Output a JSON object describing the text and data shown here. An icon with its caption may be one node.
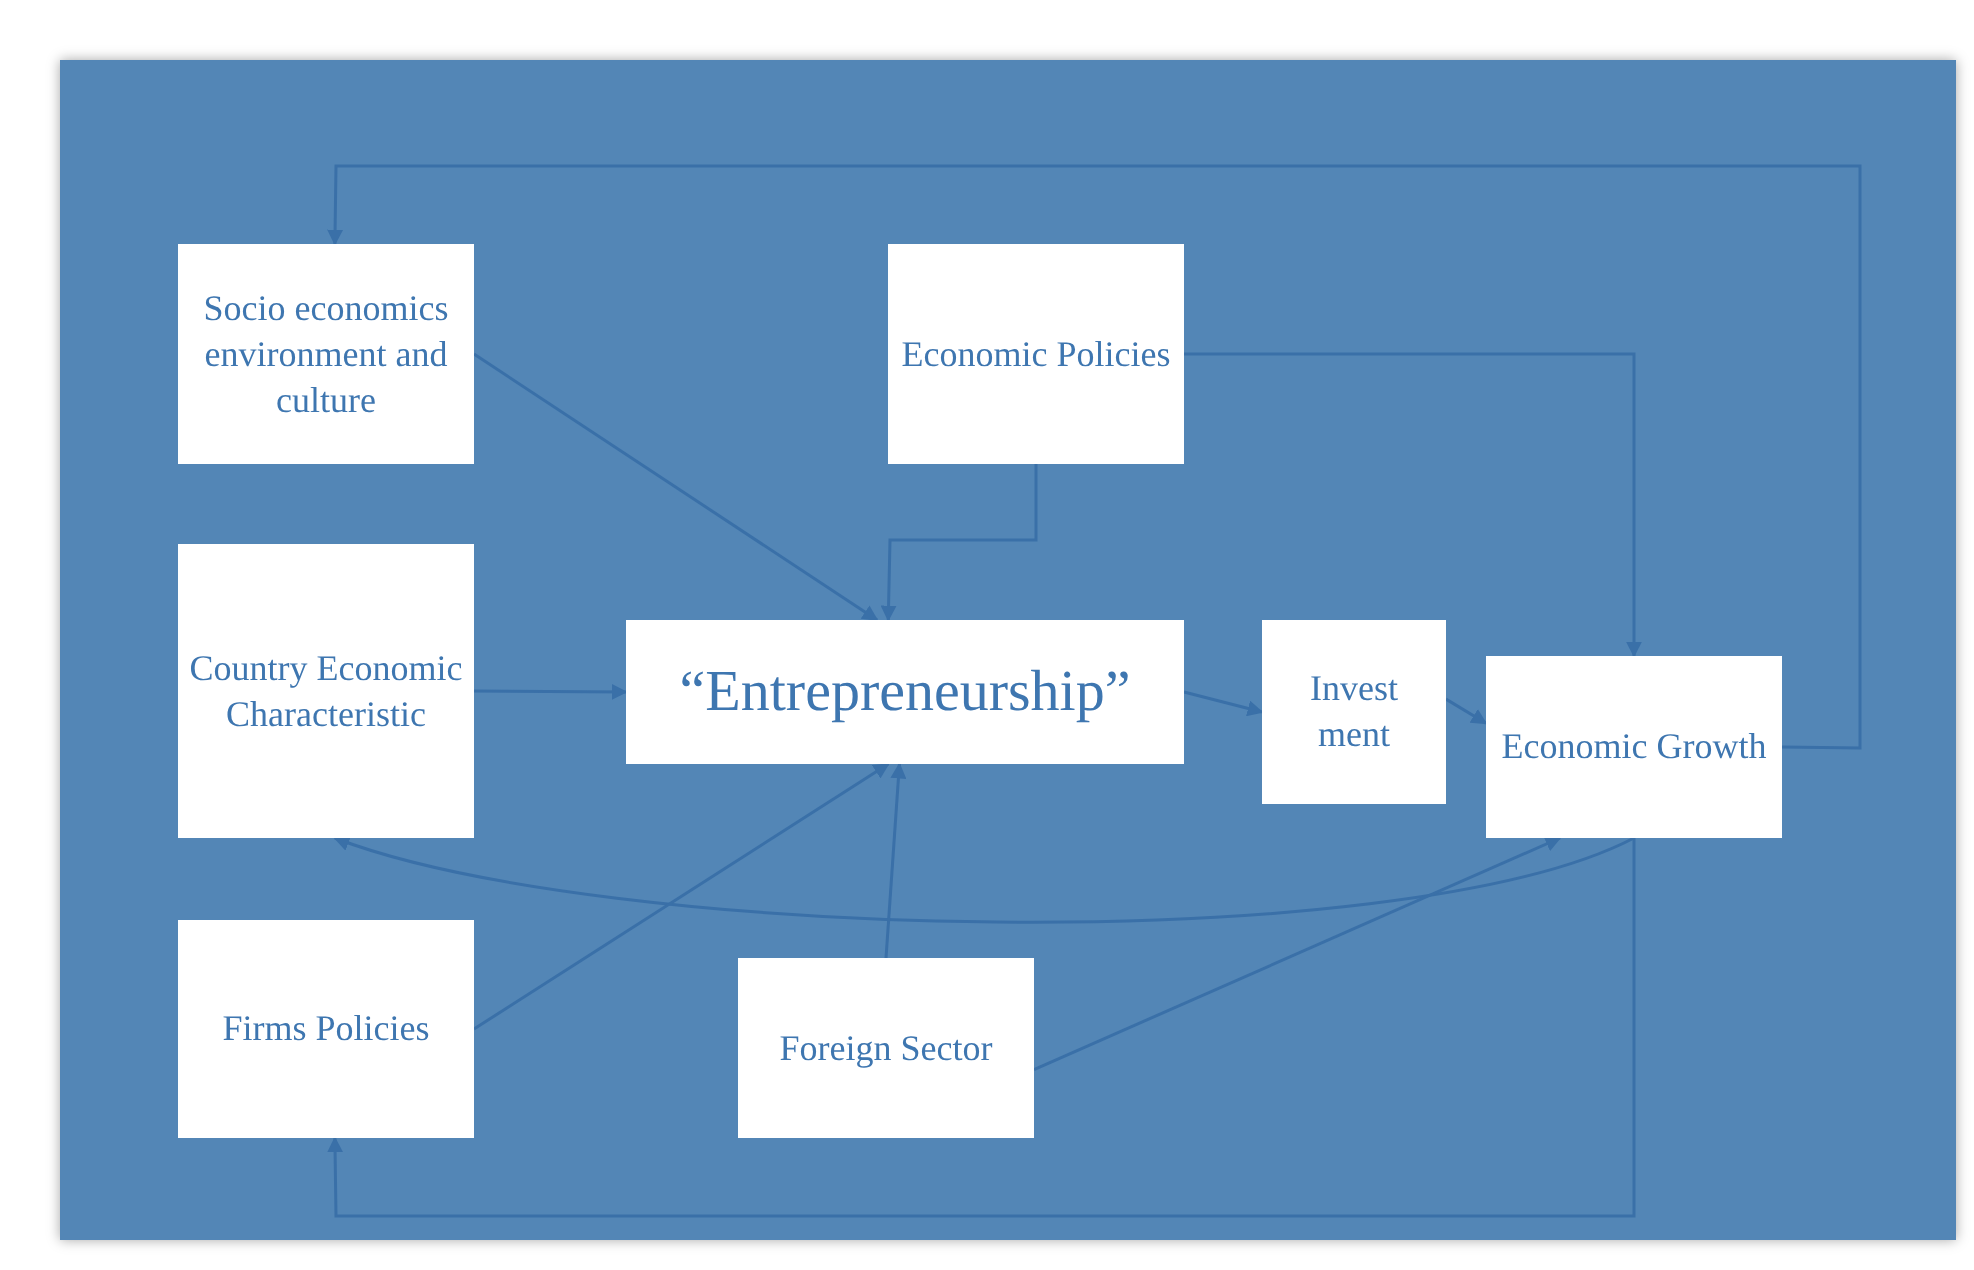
{
  "diagram": {
    "nodes": [
      {
        "text": [
          "Socio economics environment and culture"
        ]
      },
      {
        "text": [
          "Economic Policies"
        ]
      },
      {
        "text": [
          "Country Economic Characteristic"
        ]
      },
      {
        "text": [
          "“Entrepreneurship”"
        ]
      },
      {
        "text": [
          "Invest ment"
        ]
      },
      {
        "text": [
          "Economic Growth"
        ]
      },
      {
        "text": [
          "Firms Policies"
        ]
      },
      {
        "text": [
          "Foreign Sector"
        ]
      }
    ],
    "edges": [
      {
        "from": 0,
        "to": 3,
        "arrow": "to"
      },
      {
        "from": 1,
        "to": 3,
        "arrow": "to"
      },
      {
        "from": 1,
        "to": 5,
        "arrow": "to"
      },
      {
        "from": 2,
        "to": 3,
        "arrow": "to"
      },
      {
        "from": 3,
        "to": 4,
        "arrow": "to"
      },
      {
        "from": 4,
        "to": 5,
        "arrow": "to"
      },
      {
        "from": 5,
        "to": 0,
        "arrow": "to"
      },
      {
        "from": 5,
        "to": 2,
        "arrow": "to"
      },
      {
        "from": 5,
        "to": 6,
        "arrow": "to"
      },
      {
        "from": 6,
        "to": 3,
        "arrow": "to"
      },
      {
        "from": 7,
        "to": 3,
        "arrow": "to"
      },
      {
        "from": 7,
        "to": 5,
        "arrow": "to"
      }
    ]
  }
}
